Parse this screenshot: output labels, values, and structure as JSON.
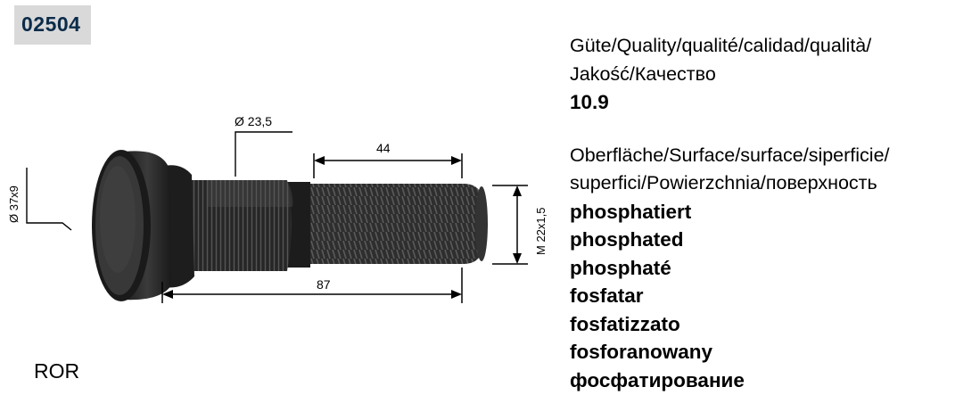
{
  "part_number": "02504",
  "brand": "ROR",
  "dimensions": {
    "head_diameter": "Ø 37x9",
    "knurl_diameter": "Ø 23,5",
    "thread_length": "44",
    "total_length": "87",
    "thread": "M 22x1,5"
  },
  "quality": {
    "label_line1": "Güte/Quality/qualité/calidad/qualità/",
    "label_line2": "Jakość/Качество",
    "value": "10.9"
  },
  "surface": {
    "label_line1": "Oberfläche/Surface/surface/siperficie/",
    "label_line2": "superfici/Powierzchnia/поверхность",
    "values": [
      "phosphatiert",
      "phosphated",
      "phosphaté",
      "fosfatar",
      "fosfatizzato",
      "fosforanowany",
      "фосфатирование"
    ]
  }
}
